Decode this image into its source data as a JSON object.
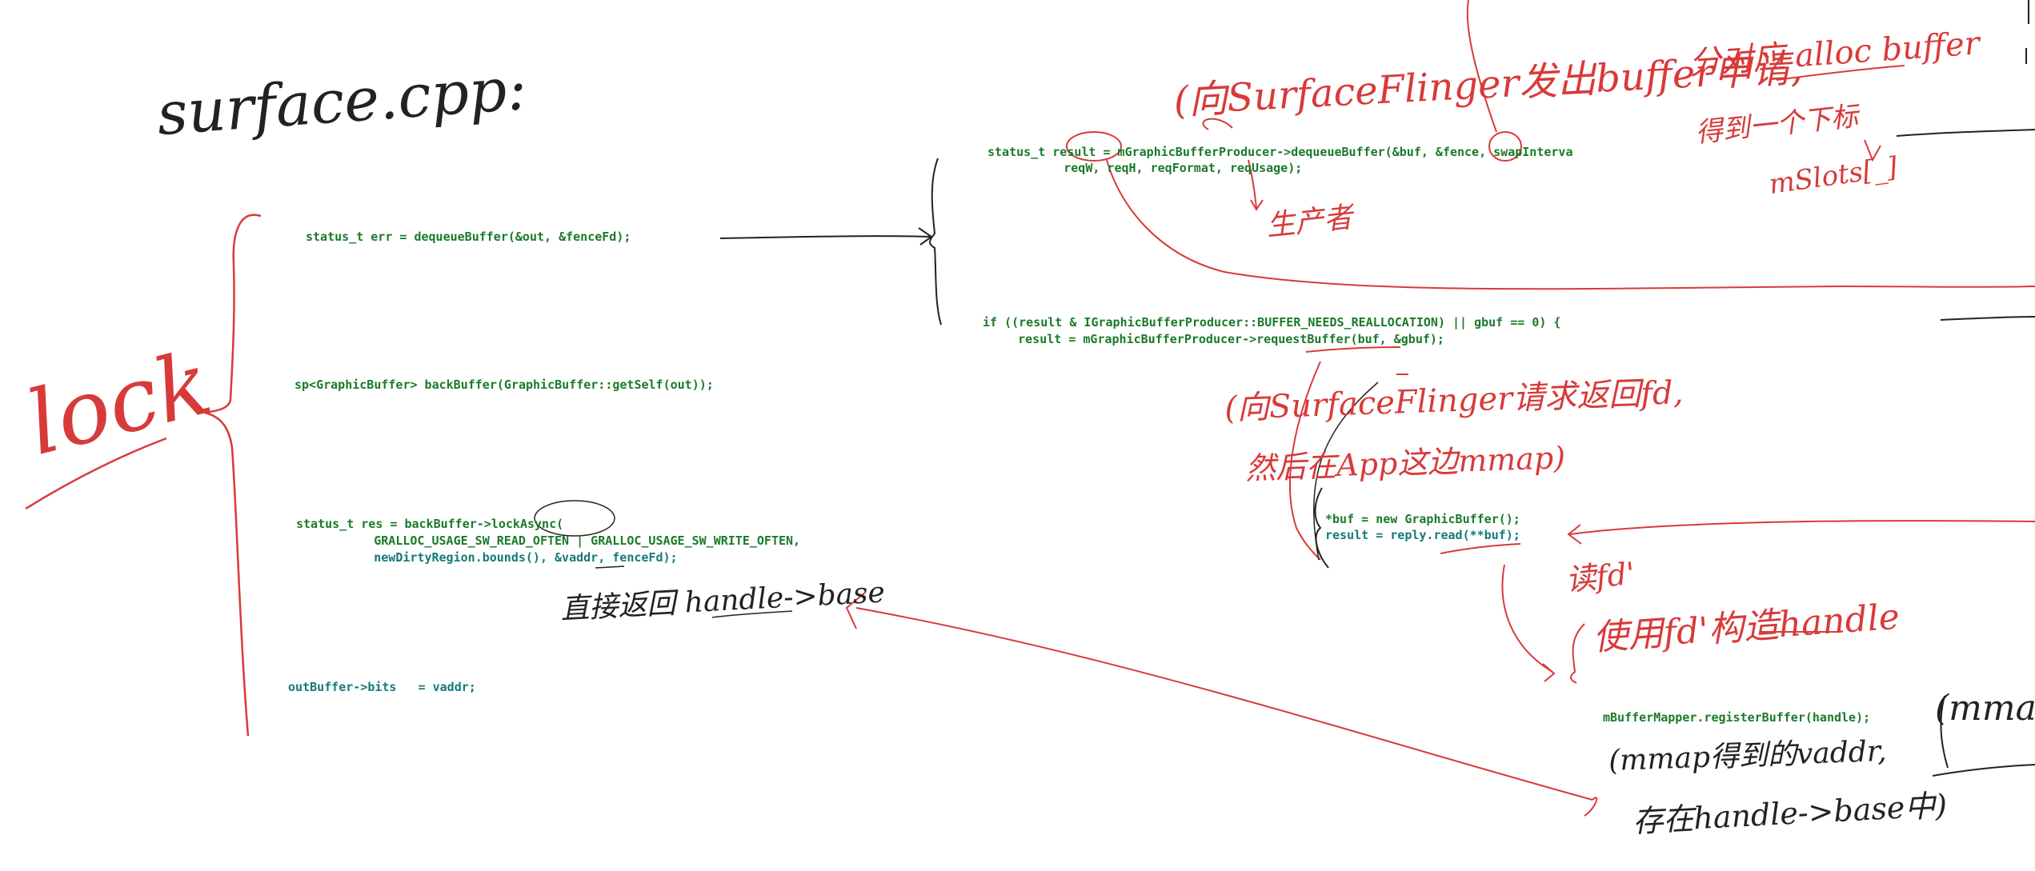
{
  "title": "surface.cpp:",
  "lock_label": "lock",
  "code": {
    "dequeue_call": "status_t err = dequeueBuffer(&out, &fenceFd);",
    "back_buffer": "sp<GraphicBuffer> backBuffer(GraphicBuffer::getSelf(out));",
    "lock_async_1": "status_t res = backBuffer->lockAsync(",
    "lock_async_2": "        GRALLOC_USAGE_SW_READ_OFTEN | GRALLOC_USAGE_SW_WRITE_OFTEN,",
    "lock_async_3": "        newDirtyRegion.bounds(), &vaddr, fenceFd);",
    "out_bits": "outBuffer->bits   = vaddr;",
    "producer_dequeue_1": "status_t result = mGraphicBufferProducer->dequeueBuffer(&buf, &fence, swapInterva",
    "producer_dequeue_2": "        reqW, reqH, reqFormat, reqUsage);",
    "realloc_1": "if ((result & IGraphicBufferProducer::BUFFER_NEEDS_REALLOCATION) || gbuf == 0) {",
    "realloc_2": "    result = mGraphicBufferProducer->requestBuffer(buf, &gbuf);",
    "new_buf_1": "*buf = new GraphicBuffer();",
    "new_buf_2": "result = reply.read(**buf);",
    "register": "mBufferMapper.registerBuffer(handle);"
  },
  "notes": {
    "sf_request": "(向SurfaceFlinger发出buffer申请,",
    "alloc": "分对应 alloc buffer",
    "slot_index": "得到一个下标",
    "mslots": "mSlots[_]",
    "producer": "生产者",
    "request_fd": "(向SurfaceFlinger请求返回fd,",
    "mmap_app": "然后在App这边mmap)",
    "read_fd": "读fd'",
    "use_fd": "使用fd'构造handle",
    "handle_base": "直接返回 handle->base",
    "mmap_vaddr": "(mmap得到的vaddr,",
    "store_base": "存在handle->base中)",
    "mmap_right": "(mmap"
  },
  "colors": {
    "ink_red": "#d83a3a",
    "ink_black": "#222222",
    "code_green": "#1a7a2a",
    "code_teal": "#147a7a"
  }
}
